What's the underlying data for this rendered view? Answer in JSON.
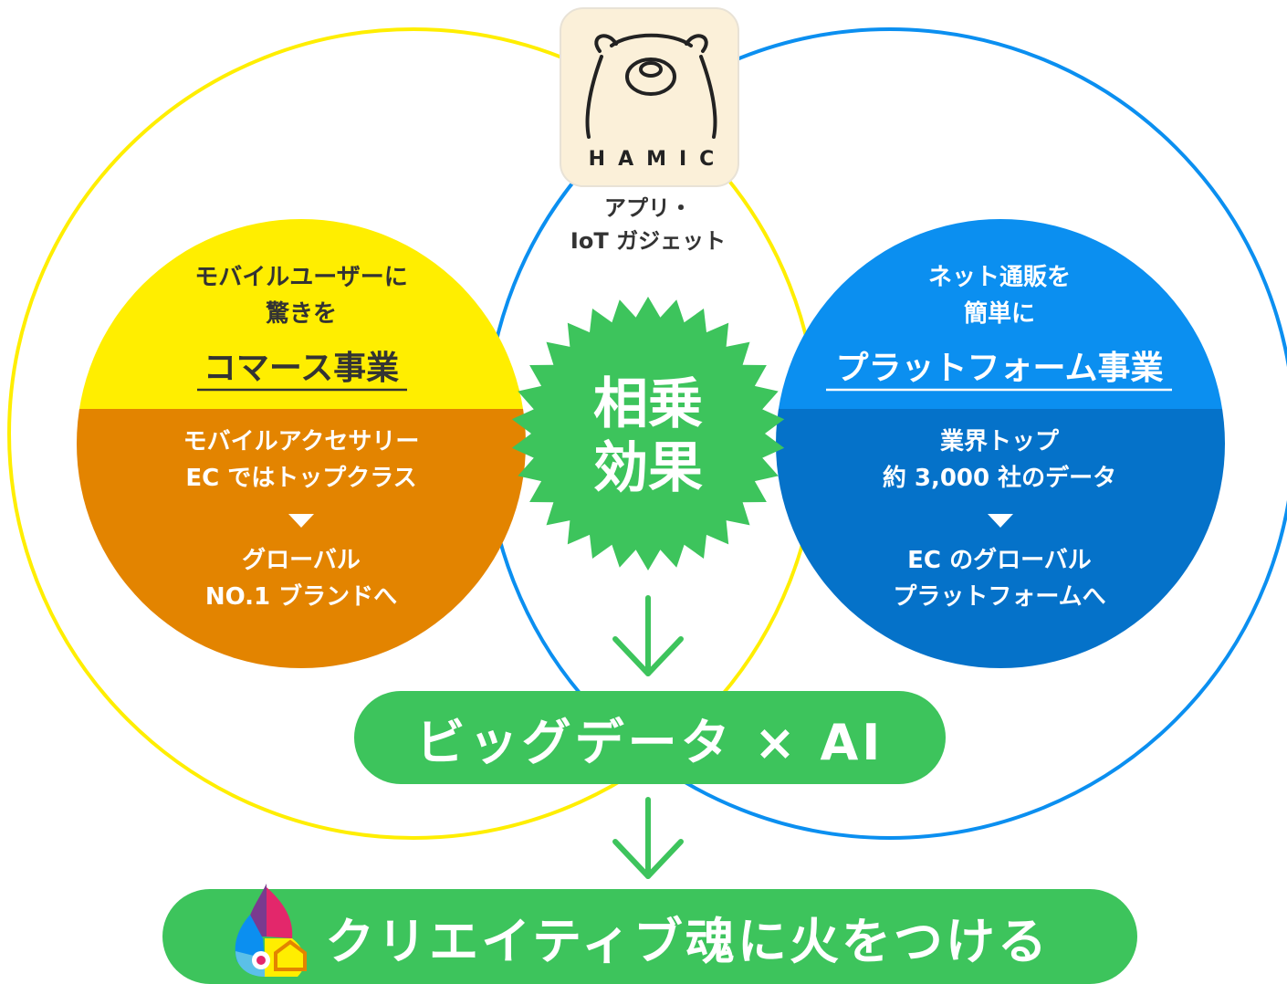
{
  "colors": {
    "yellow": "#ffee00",
    "orange": "#e38400",
    "blue_light": "#0b8ff0",
    "blue_dark": "#0572c9",
    "green": "#3dc45c",
    "cream": "#fbf0d9"
  },
  "hamic": {
    "wordmark": "HAMIC",
    "caption_line1": "アプリ・",
    "caption_line2": "IoT ガジェット"
  },
  "commerce": {
    "tagline_line1": "モバイルユーザーに",
    "tagline_line2": "驚きを",
    "title": "コマース事業",
    "body_line1": "モバイルアクセサリー",
    "body_line2": "EC ではトップクラス",
    "body_line3": "グローバル",
    "body_line4": "NO.1 ブランドへ"
  },
  "platform": {
    "tagline_line1": "ネット通販を",
    "tagline_line2": "簡単に",
    "title": "プラットフォーム事業",
    "body_line1": "業界トップ",
    "body_line2": "約 3,000 社のデータ",
    "body_line3": "EC のグローバル",
    "body_line4": "プラットフォームへ"
  },
  "synergy": {
    "line1": "相乗",
    "line2": "効果"
  },
  "bigdata_label": "ビッグデータ × AI",
  "creative_label": "クリエイティブ魂に火をつける",
  "icons": [
    "bear-logo-icon",
    "down-triangle-icon",
    "down-arrow-icon",
    "flame-logo-icon"
  ]
}
